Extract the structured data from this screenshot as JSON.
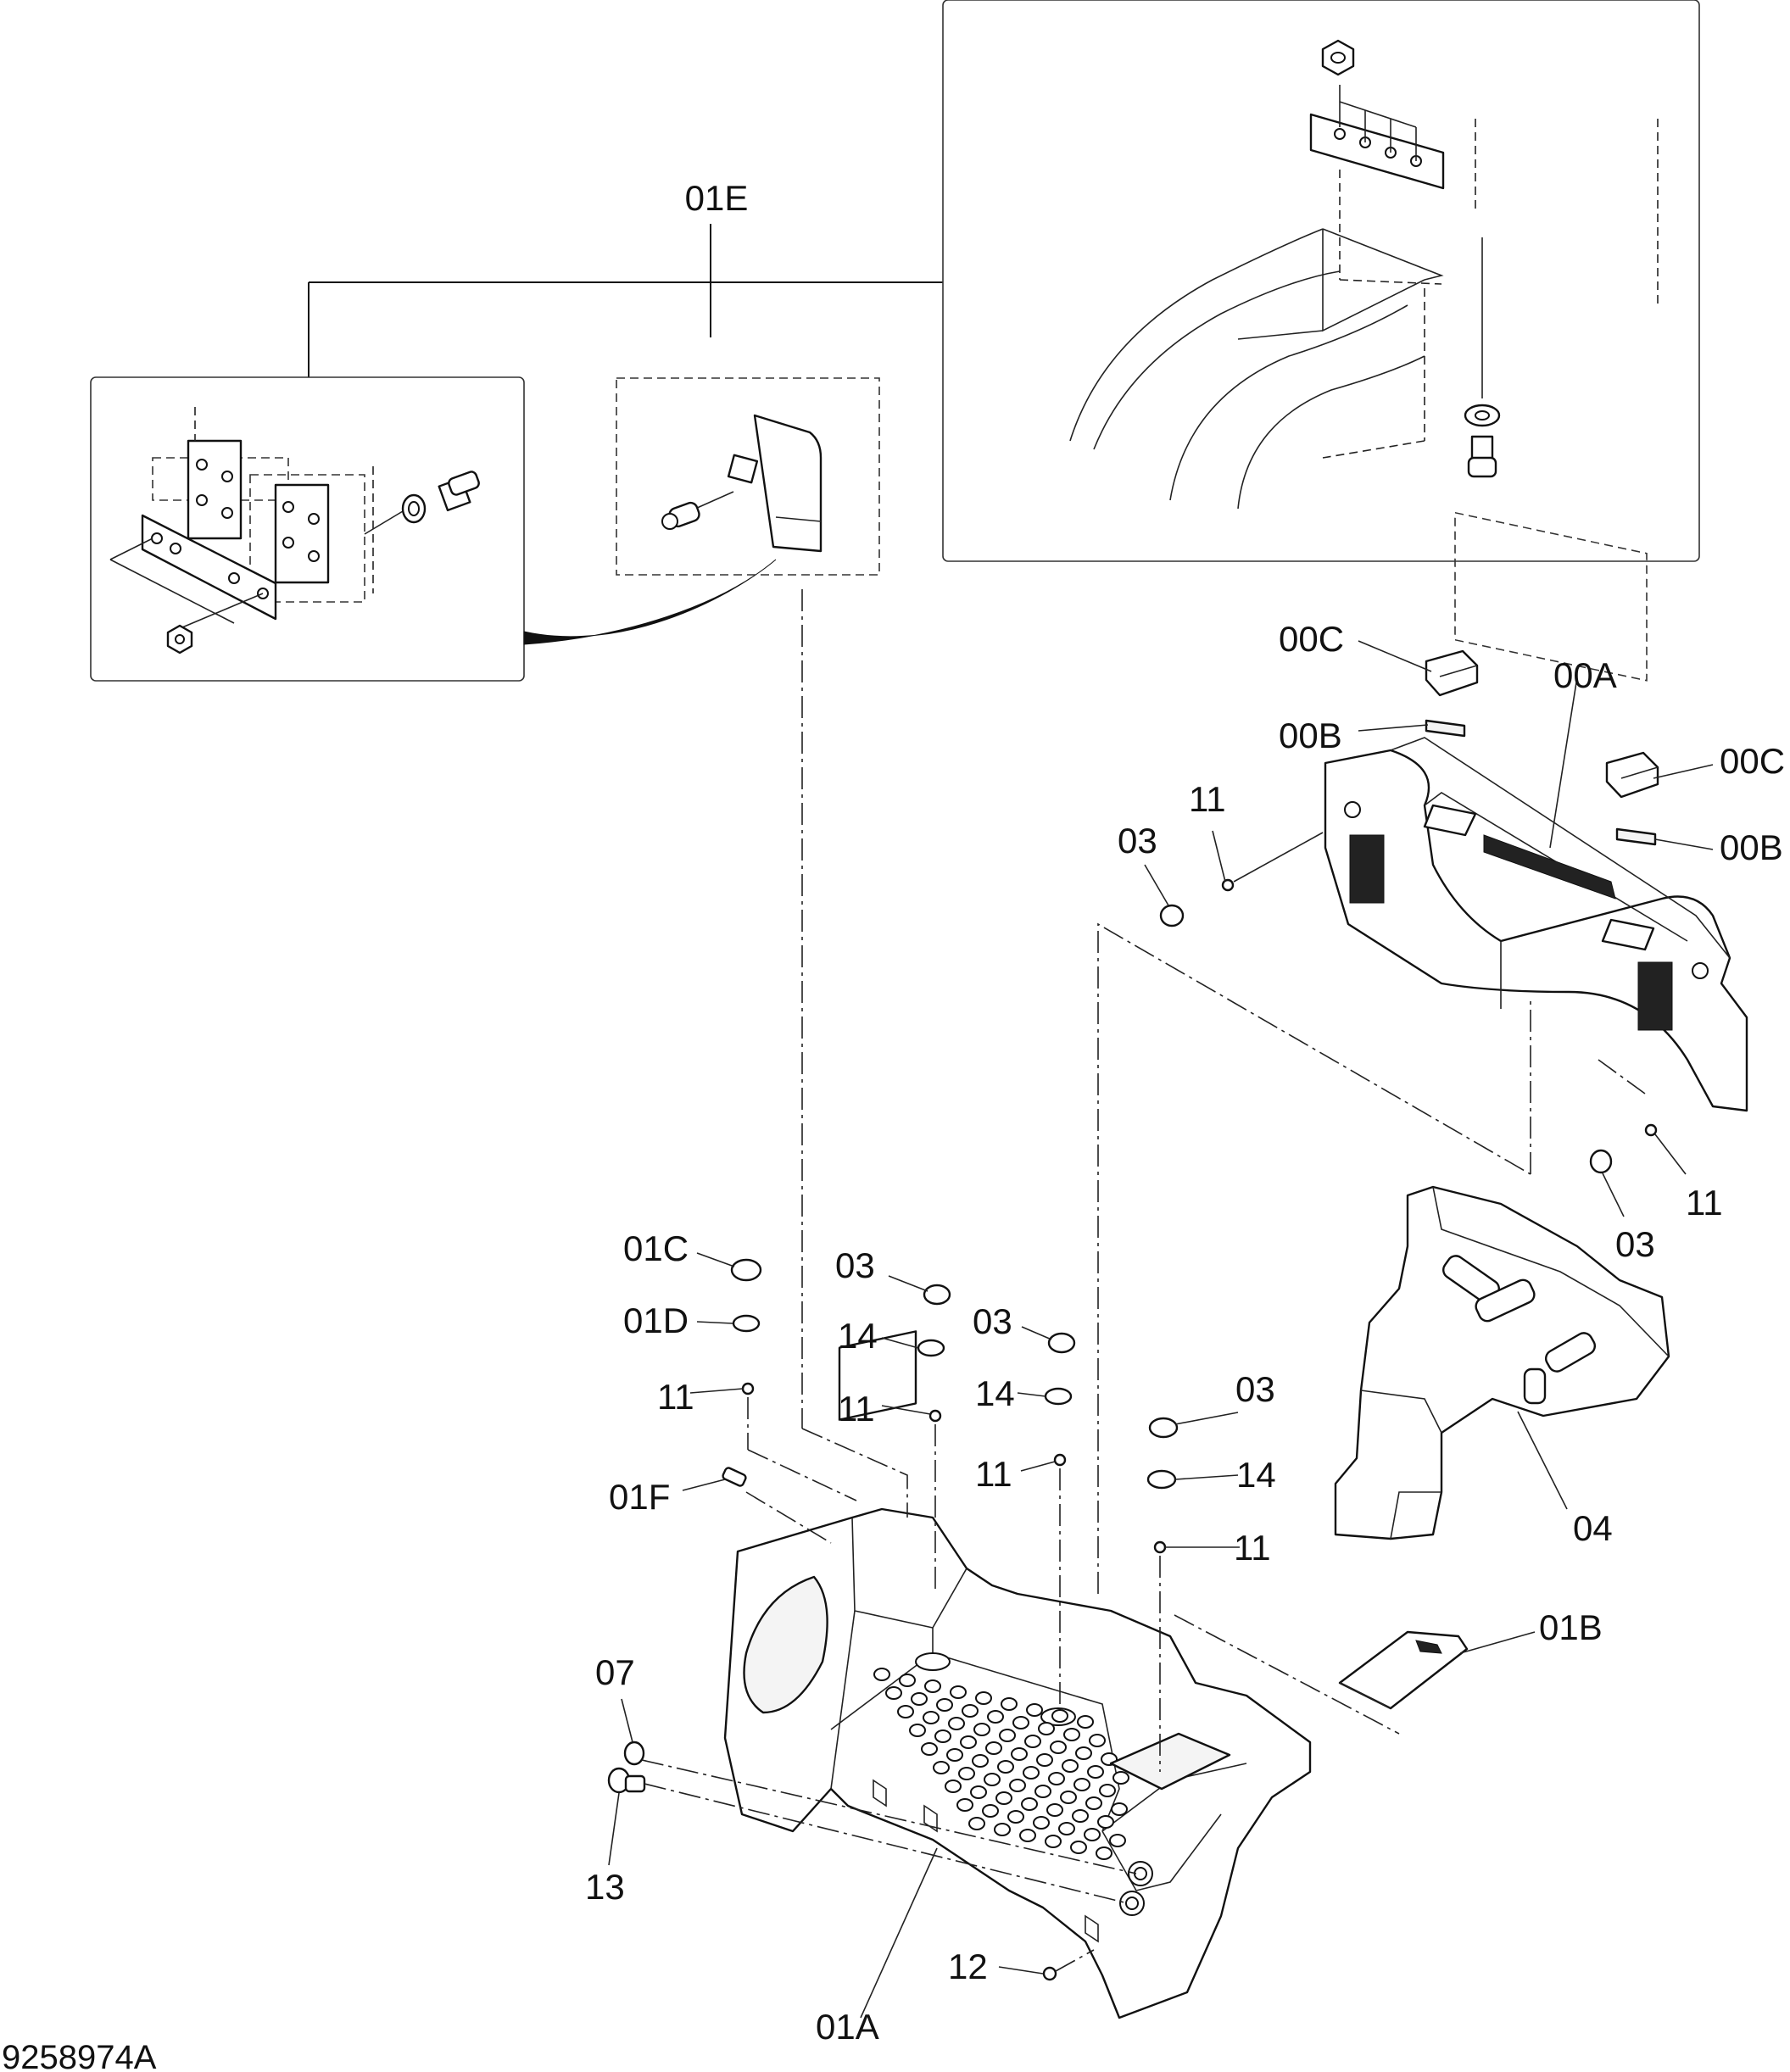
{
  "document_number": "9258974A",
  "callouts": [
    {
      "id": "c-01E",
      "text": "01E"
    },
    {
      "id": "c-00C-1",
      "text": "00C"
    },
    {
      "id": "c-00A",
      "text": "00A"
    },
    {
      "id": "c-00B-1",
      "text": "00B"
    },
    {
      "id": "c-00C-2",
      "text": "00C"
    },
    {
      "id": "c-00B-2",
      "text": "00B"
    },
    {
      "id": "c-11-a",
      "text": "11"
    },
    {
      "id": "c-03-a",
      "text": "03"
    },
    {
      "id": "c-11-b",
      "text": "11"
    },
    {
      "id": "c-03-b",
      "text": "03"
    },
    {
      "id": "c-01C",
      "text": "01C"
    },
    {
      "id": "c-01D",
      "text": "01D"
    },
    {
      "id": "c-03-c",
      "text": "03"
    },
    {
      "id": "c-14-a",
      "text": "14"
    },
    {
      "id": "c-03-d",
      "text": "03"
    },
    {
      "id": "c-11-c",
      "text": "11"
    },
    {
      "id": "c-11-d",
      "text": "11"
    },
    {
      "id": "c-14-b",
      "text": "14"
    },
    {
      "id": "c-03-e",
      "text": "03"
    },
    {
      "id": "c-11-e",
      "text": "11"
    },
    {
      "id": "c-14-c",
      "text": "14"
    },
    {
      "id": "c-01F",
      "text": "01F"
    },
    {
      "id": "c-11-f",
      "text": "11"
    },
    {
      "id": "c-04",
      "text": "04"
    },
    {
      "id": "c-01B",
      "text": "01B"
    },
    {
      "id": "c-07",
      "text": "07"
    },
    {
      "id": "c-13",
      "text": "13"
    },
    {
      "id": "c-12",
      "text": "12"
    },
    {
      "id": "c-01A",
      "text": "01A"
    }
  ]
}
